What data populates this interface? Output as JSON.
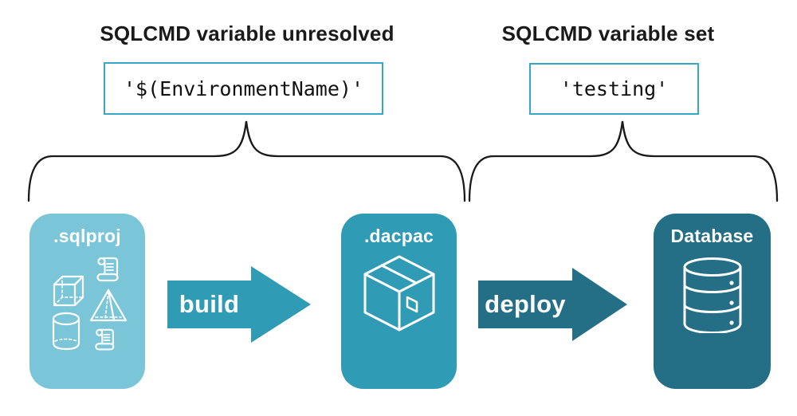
{
  "annotations": {
    "unresolved": {
      "title": "SQLCMD variable unresolved",
      "code": "'$(EnvironmentName)'"
    },
    "set": {
      "title": "SQLCMD variable set",
      "code": "'testing'"
    }
  },
  "pipeline": {
    "nodes": [
      {
        "label": ".sqlproj",
        "icon": "sql-objects-icon"
      },
      {
        "label": ".dacpac",
        "icon": "package-box-icon"
      },
      {
        "label": "Database",
        "icon": "database-cylinder-icon"
      }
    ],
    "arrows": [
      {
        "label": "build"
      },
      {
        "label": "deploy"
      }
    ]
  },
  "colors": {
    "background": "#ffffff",
    "text": "#1a1a1a",
    "code_box_border": "#35a7c8",
    "sqlproj_card": "#7ac6d8",
    "dacpac_card": "#2f9bb5",
    "database_card": "#256f86",
    "build_arrow": "#2f9bb5",
    "deploy_arrow": "#256f86",
    "card_text": "#ffffff",
    "brace_stroke": "#1a1a1a"
  }
}
